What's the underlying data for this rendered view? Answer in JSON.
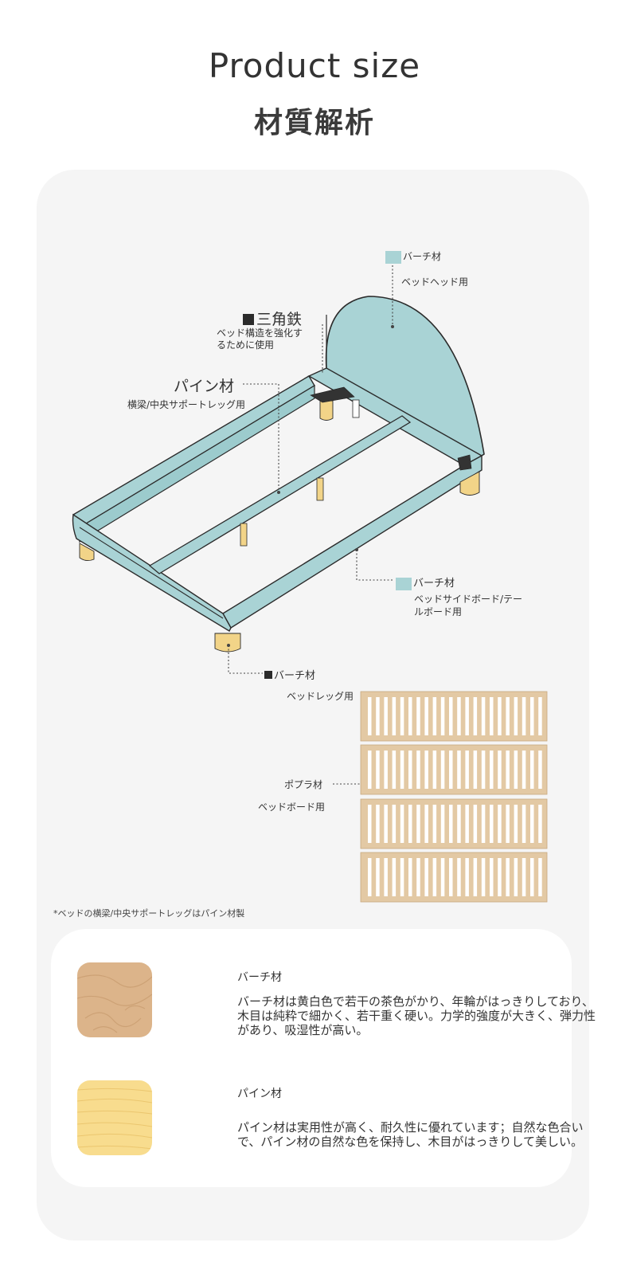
{
  "header": {
    "title_en": "Product  size",
    "title_jp": "材質解析"
  },
  "diagram": {
    "birch_headboard": {
      "title": "バーチ材",
      "desc": "ベッドヘッド用"
    },
    "triangle_iron": {
      "title": "三角鉄",
      "desc_line1": "ベッド構造を強化す",
      "desc_line2": "るために使用"
    },
    "pine": {
      "title": "パイン材",
      "desc": "横梁/中央サポートレッグ用"
    },
    "birch_sideboard": {
      "title": "バーチ材",
      "desc_line1": "ベッドサイドボード/テー",
      "desc_line2": "ルボード用"
    },
    "birch_leg": {
      "title": "バーチ材",
      "desc": "ベッドレッグ用"
    },
    "poplar": {
      "title": "ポプラ材",
      "desc": "ベッドボード用"
    },
    "colors": {
      "frame": "#a9d3d5",
      "leg": "#f2d488",
      "slat": "#e3c9a4"
    }
  },
  "note": "*ベッドの横梁/中央サポートレッグはパイン材製",
  "materials": [
    {
      "icon": "birch-wood-texture",
      "name": "バーチ材",
      "desc": "バーチ材は黄白色で若干の茶色がかり、年輪がはっきりしており、木目は純粋で細かく、若干重く硬い。力学的強度が大きく、弾力性があり、吸湿性が高い。"
    },
    {
      "icon": "pine-wood-texture",
      "name": "パイン材",
      "desc": "パイン材は実用性が高く、耐久性に優れています；自然な色合いで、パイン材の自然な色を保持し、木目がはっきりして美しい。"
    }
  ]
}
